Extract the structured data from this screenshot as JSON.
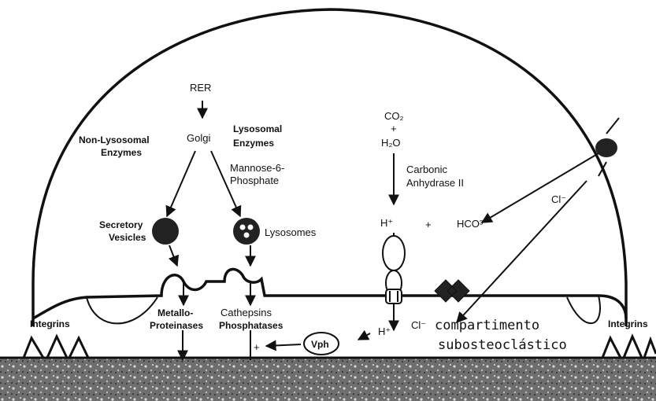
{
  "labels": {
    "rer": "RER",
    "golgi": "Golgi",
    "non_lysosomal_1": "Non-Lysosomal",
    "non_lysosomal_2": "Enzymes",
    "lysosomal_1": "Lysosomal",
    "lysosomal_2": "Enzymes",
    "mannose_1": "Mannose-6-",
    "mannose_2": "Phosphate",
    "secretory_1": "Secretory",
    "secretory_2": "Vesicles",
    "lysosomes": "Lysosomes",
    "metallo_1": "Metallo-",
    "metallo_2": "Proteinases",
    "cathepsins": "Cathepsins",
    "phosphatases": "Phosphatases",
    "co2": "CO₂",
    "plus1": "+",
    "h2o": "H₂O",
    "carbonic_1": "Carbonic",
    "carbonic_2": "Anhydrase II",
    "h_plus_top": "H⁺",
    "plus2": "+",
    "hco3": "HCO³",
    "cl_right": "Cl⁻",
    "cl_bottom": "Cl⁻",
    "h_plus_bottom": "H⁺",
    "vph": "Vph",
    "plus_small": "+",
    "integrins_left": "Integrins",
    "integrins_right": "Integrins",
    "compartment_1": "compartimento",
    "compartment_2": "subosteoclástico"
  },
  "colors": {
    "ink": "#111111",
    "bone_dark": "#3a3a3a",
    "bone_light": "#8c8c8c"
  }
}
